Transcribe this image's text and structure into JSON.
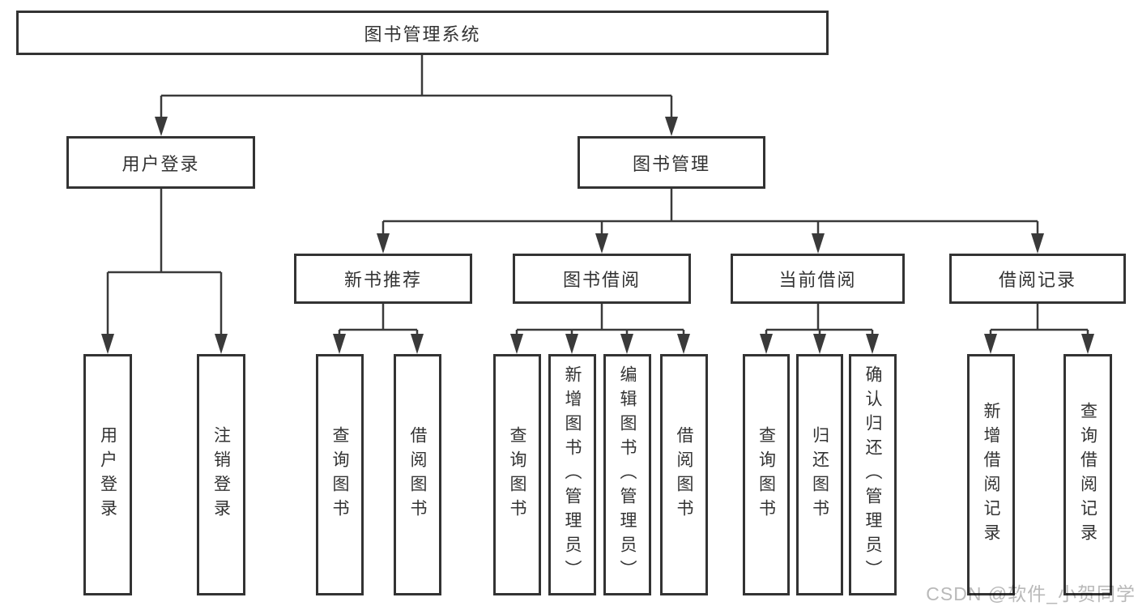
{
  "tree": {
    "root": {
      "label": "图书管理系统"
    },
    "branches": [
      {
        "label": "用户登录",
        "children": [
          {
            "label": "用户登录"
          },
          {
            "label": "注销登录"
          }
        ]
      },
      {
        "label": "图书管理",
        "children": [
          {
            "label": "新书推荐",
            "children": [
              {
                "label": "查询图书"
              },
              {
                "label": "借阅图书"
              }
            ]
          },
          {
            "label": "图书借阅",
            "children": [
              {
                "label": "查询图书"
              },
              {
                "label": "新增图书（管理员）"
              },
              {
                "label": "编辑图书（管理员）"
              },
              {
                "label": "借阅图书"
              }
            ]
          },
          {
            "label": "当前借阅",
            "children": [
              {
                "label": "查询图书"
              },
              {
                "label": "归还图书"
              },
              {
                "label": "确认归还（管理员）"
              }
            ]
          },
          {
            "label": "借阅记录",
            "children": [
              {
                "label": "新增借阅记录"
              },
              {
                "label": "查询借阅记录"
              }
            ]
          }
        ]
      }
    ]
  },
  "watermark": {
    "text": "CSDN @软件_小贺同学"
  },
  "colors": {
    "line": "#3a3a3a",
    "box_border": "#333333",
    "text": "#333333",
    "watermark": "#b9b9b9",
    "background": "#ffffff"
  }
}
